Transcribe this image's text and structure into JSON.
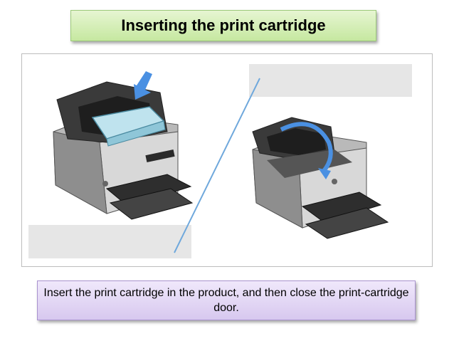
{
  "slide": {
    "title": "Inserting the print cartridge",
    "caption": "Insert the print cartridge in the product, and then close the print-cartridge door."
  },
  "colors": {
    "title_fill": "#c6e8a0",
    "caption_fill": "#d7c8ef",
    "divider_line": "#6fa8dc",
    "arrow": "#4a90e2"
  },
  "icons": {
    "left_illustration": "printer-with-cartridge-insertion",
    "right_illustration": "printer-closing-door"
  }
}
